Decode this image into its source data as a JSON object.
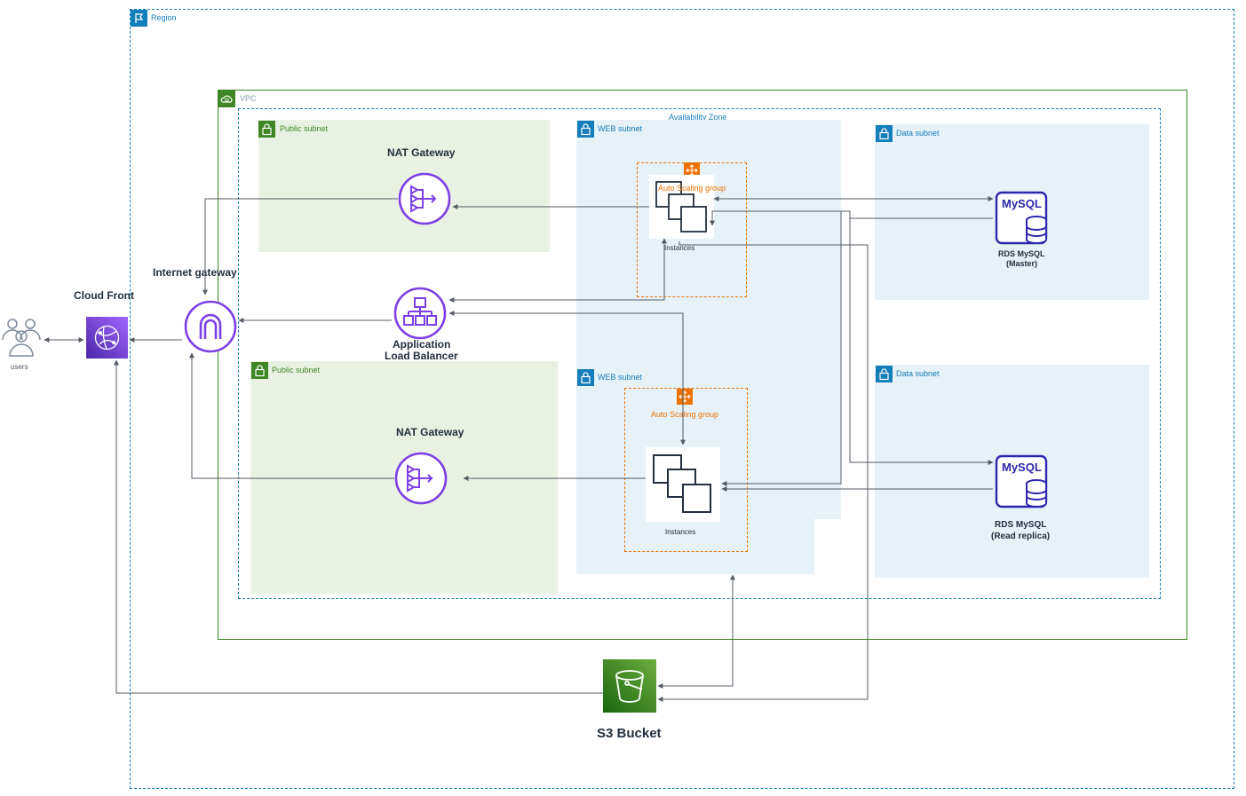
{
  "groups": {
    "region": "Region",
    "vpc": "VPC",
    "availability_zone": "Availability Zone",
    "public_subnet_1": "Public subnet",
    "public_subnet_2": "Public subnet",
    "web_subnet_1": "WEB subnet",
    "web_subnet_2": "WEB subnet",
    "data_subnet_1": "Data subnet",
    "data_subnet_2": "Data subnet",
    "asg_1": "Auto Scaling group",
    "asg_2": "Auto Scaling group"
  },
  "nodes": {
    "users": "users",
    "cloudfront": "Cloud Front",
    "internet_gateway": "Internet gateway",
    "nat_gateway_1": "NAT Gateway",
    "nat_gateway_2": "NAT Gateway",
    "alb_line1": "Application",
    "alb_line2": "Load Balancer",
    "instances_1": "Instances",
    "instances_2": "Instances",
    "rds_master_line1": "RDS MySQL",
    "rds_master_line2": "(Master)",
    "rds_replica_line1": "RDS MySQL",
    "rds_replica_line2": "(Read replica)",
    "mysql_icon_text_1": "MySQL",
    "mysql_icon_text_2": "MySQL",
    "s3": "S3 Bucket"
  },
  "colors": {
    "region": "#147eba",
    "vpc": "#3f8624",
    "public_subnet": "#e9f1e3",
    "private_subnet": "#e6f1f8",
    "asg": "#ed7100",
    "network_icon": "#8c4fff",
    "database_icon": "#2e27ad",
    "s3": "#3f8624",
    "arrows": "#545b64"
  }
}
